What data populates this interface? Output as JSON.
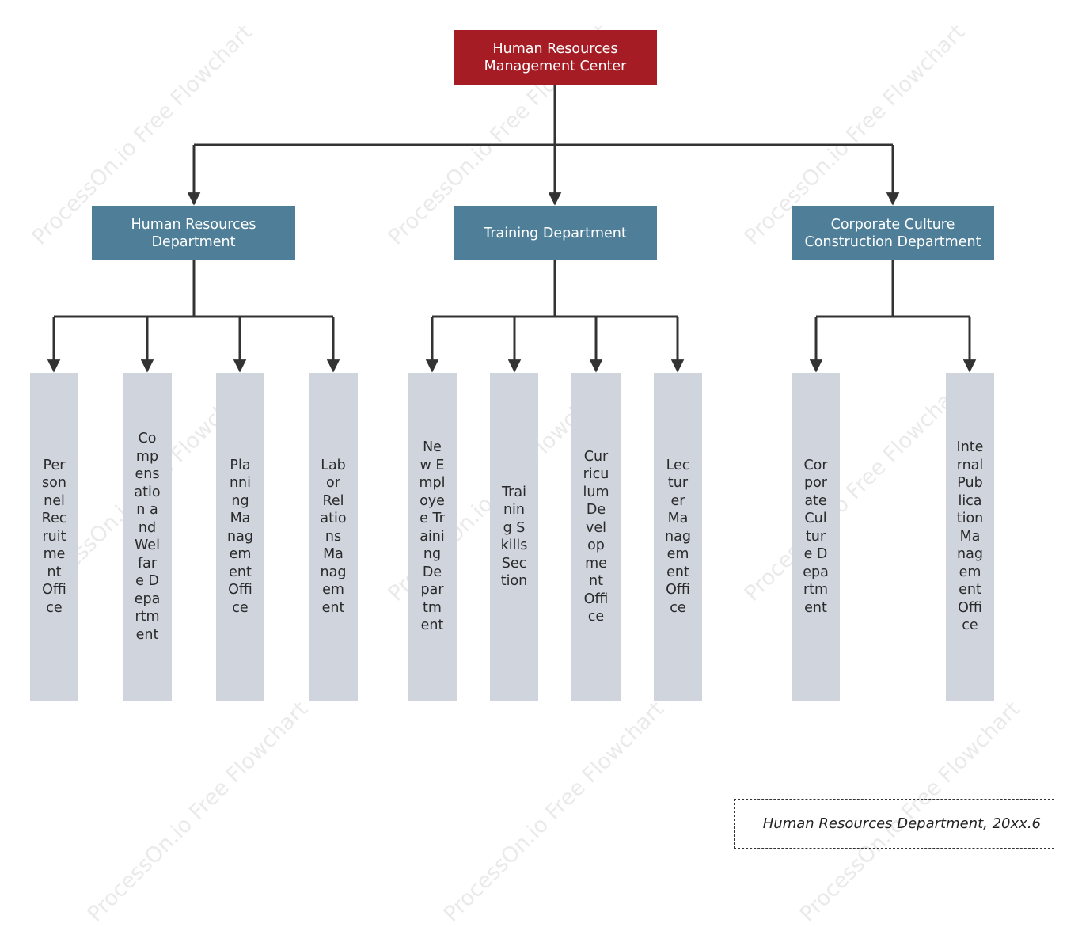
{
  "root": {
    "label": "Human Resources Management Center"
  },
  "departments": [
    {
      "label": "Human Resources Department"
    },
    {
      "label": "Training Department"
    },
    {
      "label": "Corporate Culture Construction Department"
    }
  ],
  "units": [
    {
      "label": "Personnel Recruitment Office"
    },
    {
      "label": "Compensation and Welfare Department"
    },
    {
      "label": "Planning Management Office"
    },
    {
      "label": "Labor Relations Management"
    },
    {
      "label": "New Employee Training Department"
    },
    {
      "label": "Training Skills Section"
    },
    {
      "label": "Curriculum Development Office"
    },
    {
      "label": "Lecturer Management Office"
    },
    {
      "label": "Corporate Culture Department"
    },
    {
      "label": "Internal Publication Management Office"
    }
  ],
  "footer": {
    "note": "Human Resources Department, 20xx.6"
  },
  "watermark": "ProcessOn.io Free Flowchart",
  "colors": {
    "root": "#a51c24",
    "department": "#4f7f98",
    "unit": "#cfd4dd",
    "connector": "#333333"
  }
}
